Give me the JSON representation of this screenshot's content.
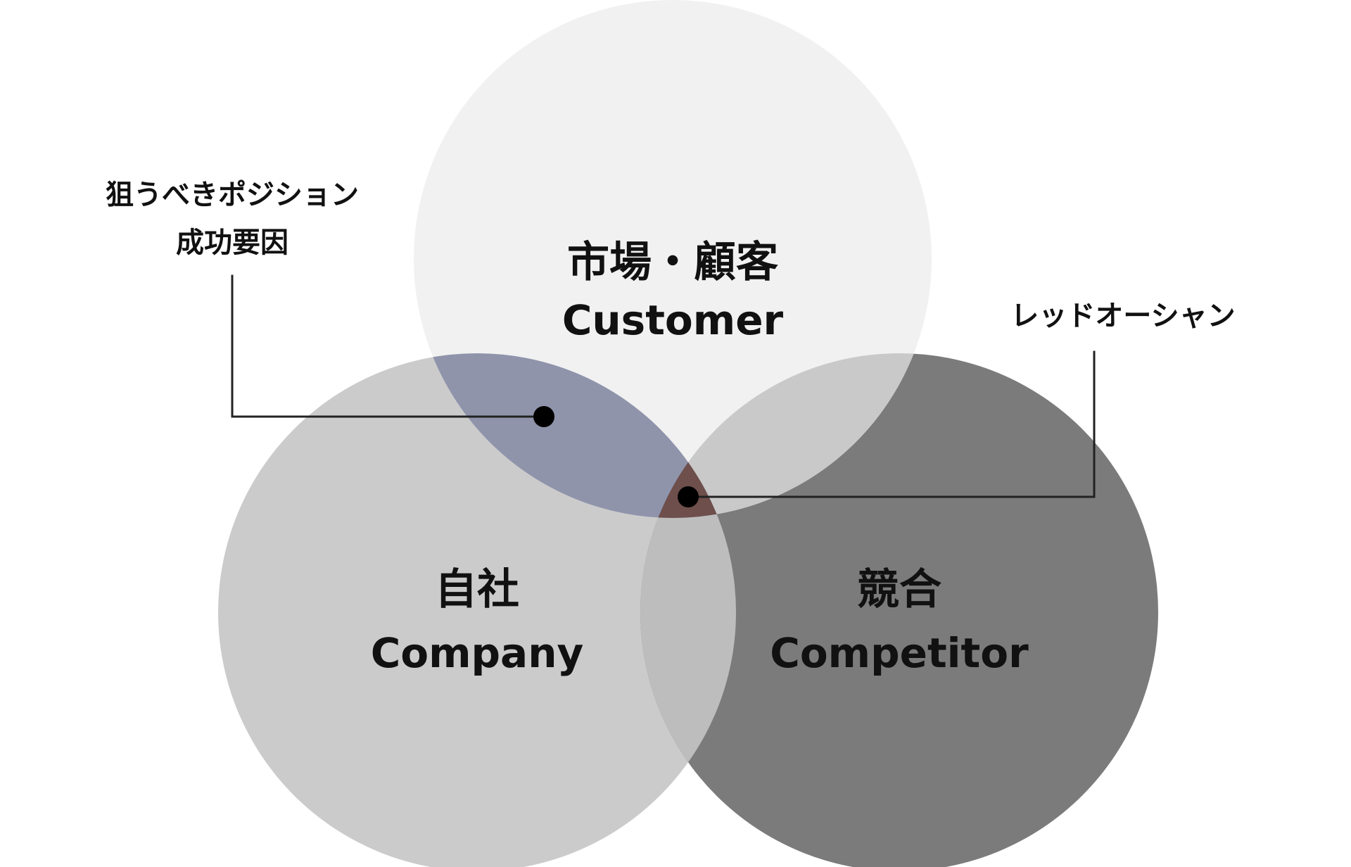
{
  "circles": {
    "customer": {
      "label_jp": "市場・顧客",
      "label_en": "Customer",
      "fill": "#f1f1f1"
    },
    "company": {
      "label_jp": "自社",
      "label_en": "Company",
      "fill": "#cbcbcb"
    },
    "competitor": {
      "label_jp": "競合",
      "label_en": "Competitor",
      "fill": "#7b7b7b"
    }
  },
  "overlaps": {
    "customer_company_fill": "#8f94ab",
    "customer_competitor_fill": "#c9c9c9",
    "company_competitor_fill": "#bdbdbd",
    "all_three_fill": "#6e4f4c"
  },
  "callouts": {
    "target_position": {
      "line1": "狙うべきポジション",
      "line2": "成功要因"
    },
    "red_ocean": {
      "line1": "レッドオーシャン"
    }
  },
  "colors": {
    "text": "#111111",
    "line": "#222222",
    "dot": "#000000"
  }
}
